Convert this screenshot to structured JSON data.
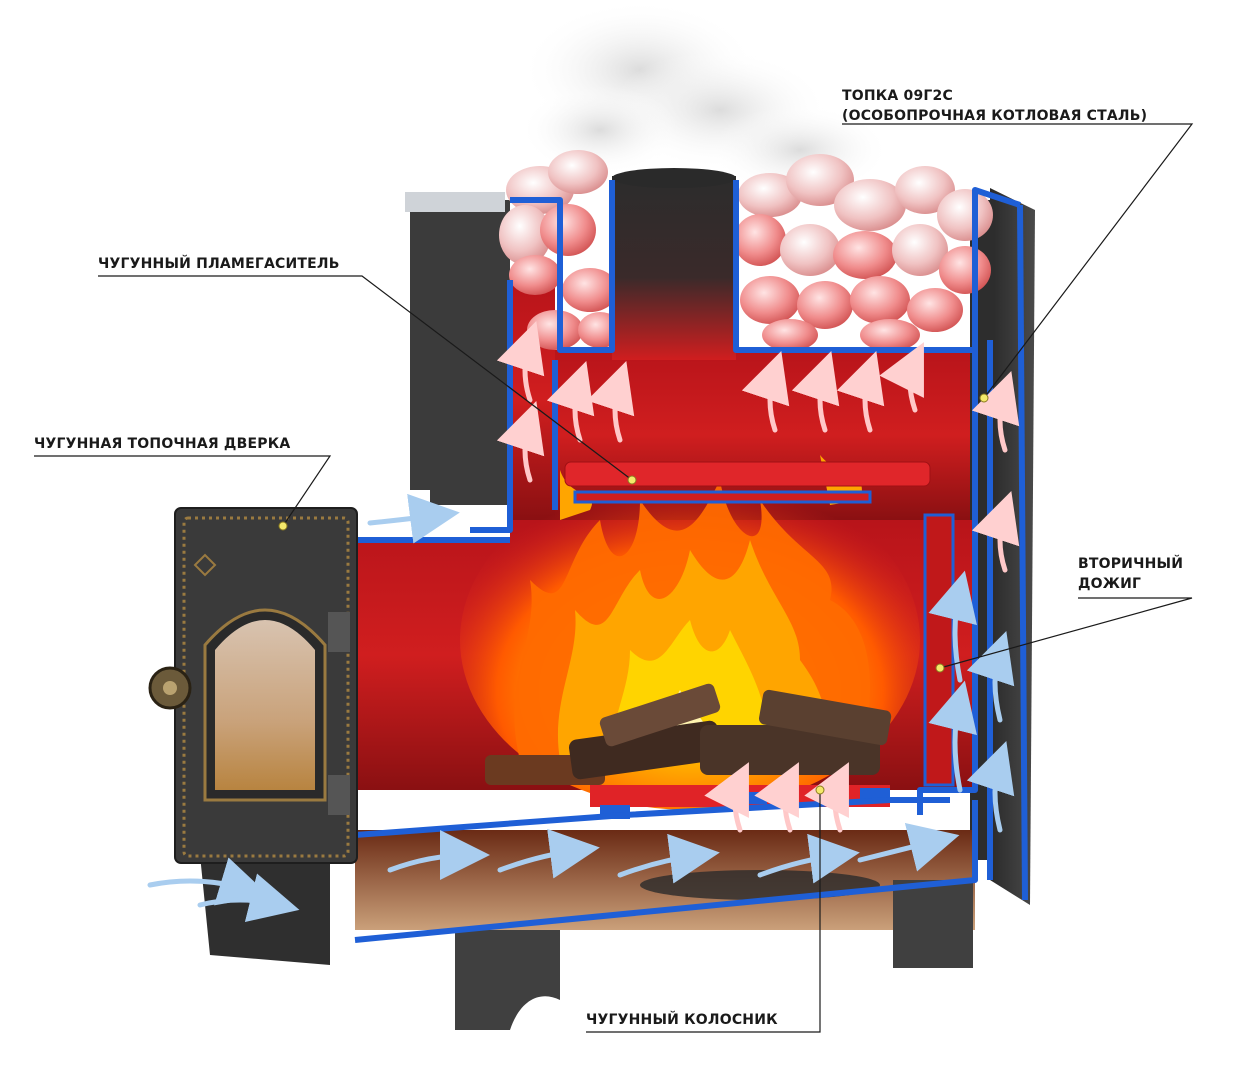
{
  "labels": {
    "topka_line1": "ТОПКА 09Г2С",
    "topka_line2": "(ОСОБОПРОЧНАЯ КОТЛОВАЯ СТАЛЬ)",
    "plamegasitel": "ЧУГУННЫЙ ПЛАМЕГАСИТЕЛЬ",
    "dverka": "ЧУГУННАЯ ТОПОЧНАЯ ДВЕРКА",
    "dozhig_line1": "ВТОРИЧНЫЙ",
    "dozhig_line2": "ДОЖИГ",
    "kolosnik": "ЧУГУННЫЙ КОЛОСНИК"
  },
  "colors": {
    "steel_outline": "#1f5fd6",
    "chamber_red": "#c8181a",
    "flame_orange": "#ff8a00",
    "flame_yellow": "#ffd200",
    "stone_pink": "#f2b9b9",
    "cast_iron": "#3a3a3a",
    "air_flow": "#7fb4e6",
    "callout_dot": "#f4e96b"
  }
}
